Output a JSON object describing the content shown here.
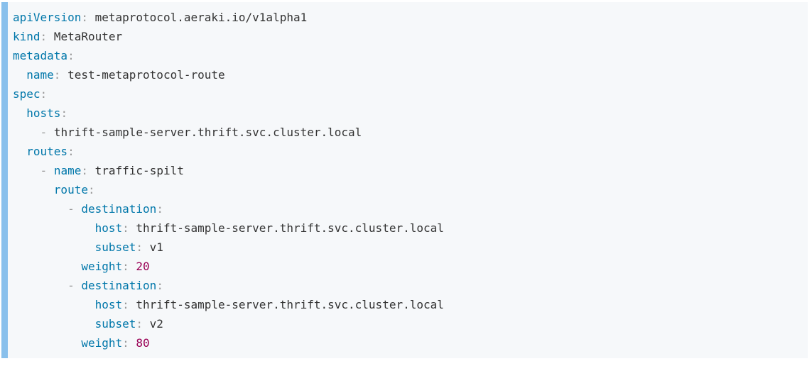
{
  "colors": {
    "page_background": "#ffffff",
    "code_background": "#f6f8fa",
    "accent_bar": "#89c0ec",
    "key": "#0077aa",
    "punctuation": "#999999",
    "value": "#333333",
    "number": "#990055"
  },
  "code": {
    "language": "yaml",
    "lines": [
      [
        {
          "t": "apiVersion",
          "y": "key"
        },
        {
          "t": ":",
          "y": "punc"
        },
        {
          "t": " ",
          "y": "plain"
        },
        {
          "t": "metaprotocol.aeraki.io/v1alpha1",
          "y": "val"
        }
      ],
      [
        {
          "t": "kind",
          "y": "key"
        },
        {
          "t": ":",
          "y": "punc"
        },
        {
          "t": " ",
          "y": "plain"
        },
        {
          "t": "MetaRouter",
          "y": "val"
        }
      ],
      [
        {
          "t": "metadata",
          "y": "key"
        },
        {
          "t": ":",
          "y": "punc"
        }
      ],
      [
        {
          "t": "  ",
          "y": "plain"
        },
        {
          "t": "name",
          "y": "key"
        },
        {
          "t": ":",
          "y": "punc"
        },
        {
          "t": " ",
          "y": "plain"
        },
        {
          "t": "test-metaprotocol-route",
          "y": "val"
        }
      ],
      [
        {
          "t": "spec",
          "y": "key"
        },
        {
          "t": ":",
          "y": "punc"
        }
      ],
      [
        {
          "t": "  ",
          "y": "plain"
        },
        {
          "t": "hosts",
          "y": "key"
        },
        {
          "t": ":",
          "y": "punc"
        }
      ],
      [
        {
          "t": "    ",
          "y": "plain"
        },
        {
          "t": "-",
          "y": "punc"
        },
        {
          "t": " ",
          "y": "plain"
        },
        {
          "t": "thrift-sample-server.thrift.svc.cluster.local",
          "y": "val"
        }
      ],
      [
        {
          "t": "  ",
          "y": "plain"
        },
        {
          "t": "routes",
          "y": "key"
        },
        {
          "t": ":",
          "y": "punc"
        }
      ],
      [
        {
          "t": "    ",
          "y": "plain"
        },
        {
          "t": "-",
          "y": "punc"
        },
        {
          "t": " ",
          "y": "plain"
        },
        {
          "t": "name",
          "y": "key"
        },
        {
          "t": ":",
          "y": "punc"
        },
        {
          "t": " ",
          "y": "plain"
        },
        {
          "t": "traffic-spilt",
          "y": "val"
        }
      ],
      [
        {
          "t": "      ",
          "y": "plain"
        },
        {
          "t": "route",
          "y": "key"
        },
        {
          "t": ":",
          "y": "punc"
        }
      ],
      [
        {
          "t": "        ",
          "y": "plain"
        },
        {
          "t": "-",
          "y": "punc"
        },
        {
          "t": " ",
          "y": "plain"
        },
        {
          "t": "destination",
          "y": "key"
        },
        {
          "t": ":",
          "y": "punc"
        }
      ],
      [
        {
          "t": "            ",
          "y": "plain"
        },
        {
          "t": "host",
          "y": "key"
        },
        {
          "t": ":",
          "y": "punc"
        },
        {
          "t": " ",
          "y": "plain"
        },
        {
          "t": "thrift-sample-server.thrift.svc.cluster.local",
          "y": "val"
        }
      ],
      [
        {
          "t": "            ",
          "y": "plain"
        },
        {
          "t": "subset",
          "y": "key"
        },
        {
          "t": ":",
          "y": "punc"
        },
        {
          "t": " ",
          "y": "plain"
        },
        {
          "t": "v1",
          "y": "val"
        }
      ],
      [
        {
          "t": "          ",
          "y": "plain"
        },
        {
          "t": "weight",
          "y": "key"
        },
        {
          "t": ":",
          "y": "punc"
        },
        {
          "t": " ",
          "y": "plain"
        },
        {
          "t": "20",
          "y": "num"
        }
      ],
      [
        {
          "t": "        ",
          "y": "plain"
        },
        {
          "t": "-",
          "y": "punc"
        },
        {
          "t": " ",
          "y": "plain"
        },
        {
          "t": "destination",
          "y": "key"
        },
        {
          "t": ":",
          "y": "punc"
        }
      ],
      [
        {
          "t": "            ",
          "y": "plain"
        },
        {
          "t": "host",
          "y": "key"
        },
        {
          "t": ":",
          "y": "punc"
        },
        {
          "t": " ",
          "y": "plain"
        },
        {
          "t": "thrift-sample-server.thrift.svc.cluster.local",
          "y": "val"
        }
      ],
      [
        {
          "t": "            ",
          "y": "plain"
        },
        {
          "t": "subset",
          "y": "key"
        },
        {
          "t": ":",
          "y": "punc"
        },
        {
          "t": " ",
          "y": "plain"
        },
        {
          "t": "v2",
          "y": "val"
        }
      ],
      [
        {
          "t": "          ",
          "y": "plain"
        },
        {
          "t": "weight",
          "y": "key"
        },
        {
          "t": ":",
          "y": "punc"
        },
        {
          "t": " ",
          "y": "plain"
        },
        {
          "t": "80",
          "y": "num"
        }
      ]
    ]
  }
}
